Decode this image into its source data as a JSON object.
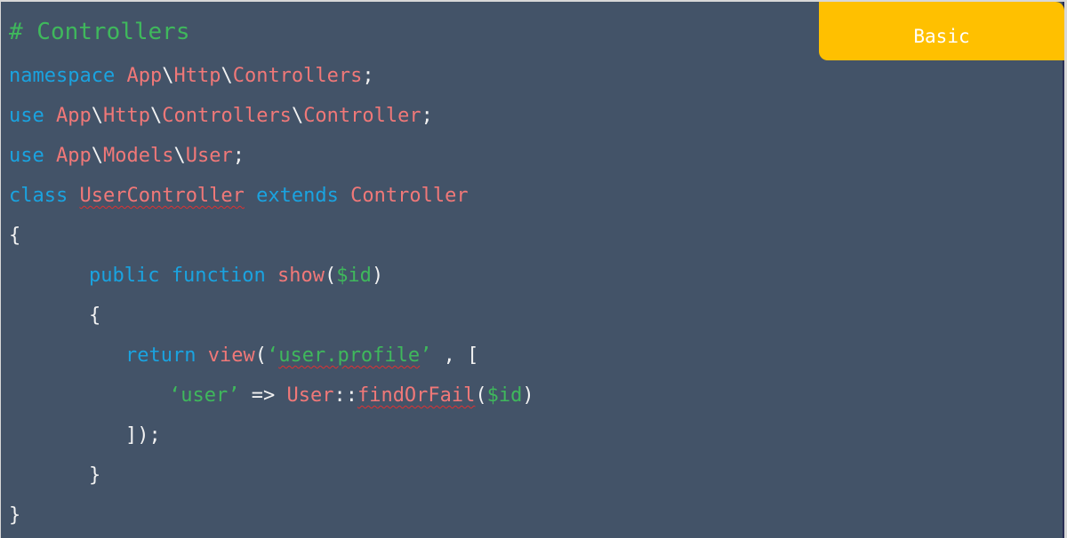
{
  "badge": {
    "label": "Basic",
    "color": "#ffc000"
  },
  "colors": {
    "background": "#435368",
    "keyword": "#1aa3e0",
    "identifier": "#f07878",
    "string": "#3fb85c",
    "punctuation": "#f2f2f2"
  },
  "code": {
    "heading": "# Controllers",
    "l1": {
      "kw": "namespace",
      "p1": "App",
      "s1": "\\",
      "p2": "Http",
      "s2": "\\",
      "p3": "Controllers",
      "end": ";"
    },
    "l2": {
      "kw": "use",
      "p1": "App",
      "s1": "\\",
      "p2": "Http",
      "s2": "\\",
      "p3": "Controllers",
      "s3": "\\",
      "p4": "Controller",
      "end": ";"
    },
    "l3": {
      "kw": "use",
      "p1": "App",
      "s1": "\\",
      "p2": "Models",
      "s2": "\\",
      "p3": "User",
      "end": ";"
    },
    "l4": {
      "kw": "class",
      "name": "UserController",
      "kw2": "extends",
      "parent": "Controller"
    },
    "l5": "{",
    "l6": {
      "kw": "public",
      "kw2": "function",
      "fn": "show",
      "open": "(",
      "arg": "$id",
      "close": ")"
    },
    "l7": "{",
    "l8": {
      "kw": "return",
      "fn": "view",
      "open": "(",
      "q1": "‘",
      "str": "user.profile",
      "q2": "’",
      "rest": " , ["
    },
    "l9": {
      "key": "‘user’",
      "arrow": " => ",
      "cls": "User",
      "sep": "::",
      "method": "findOrFail",
      "open": "(",
      "arg": "$id",
      "close": ")"
    },
    "l10": "]);",
    "l11": "}",
    "l12": "}"
  }
}
